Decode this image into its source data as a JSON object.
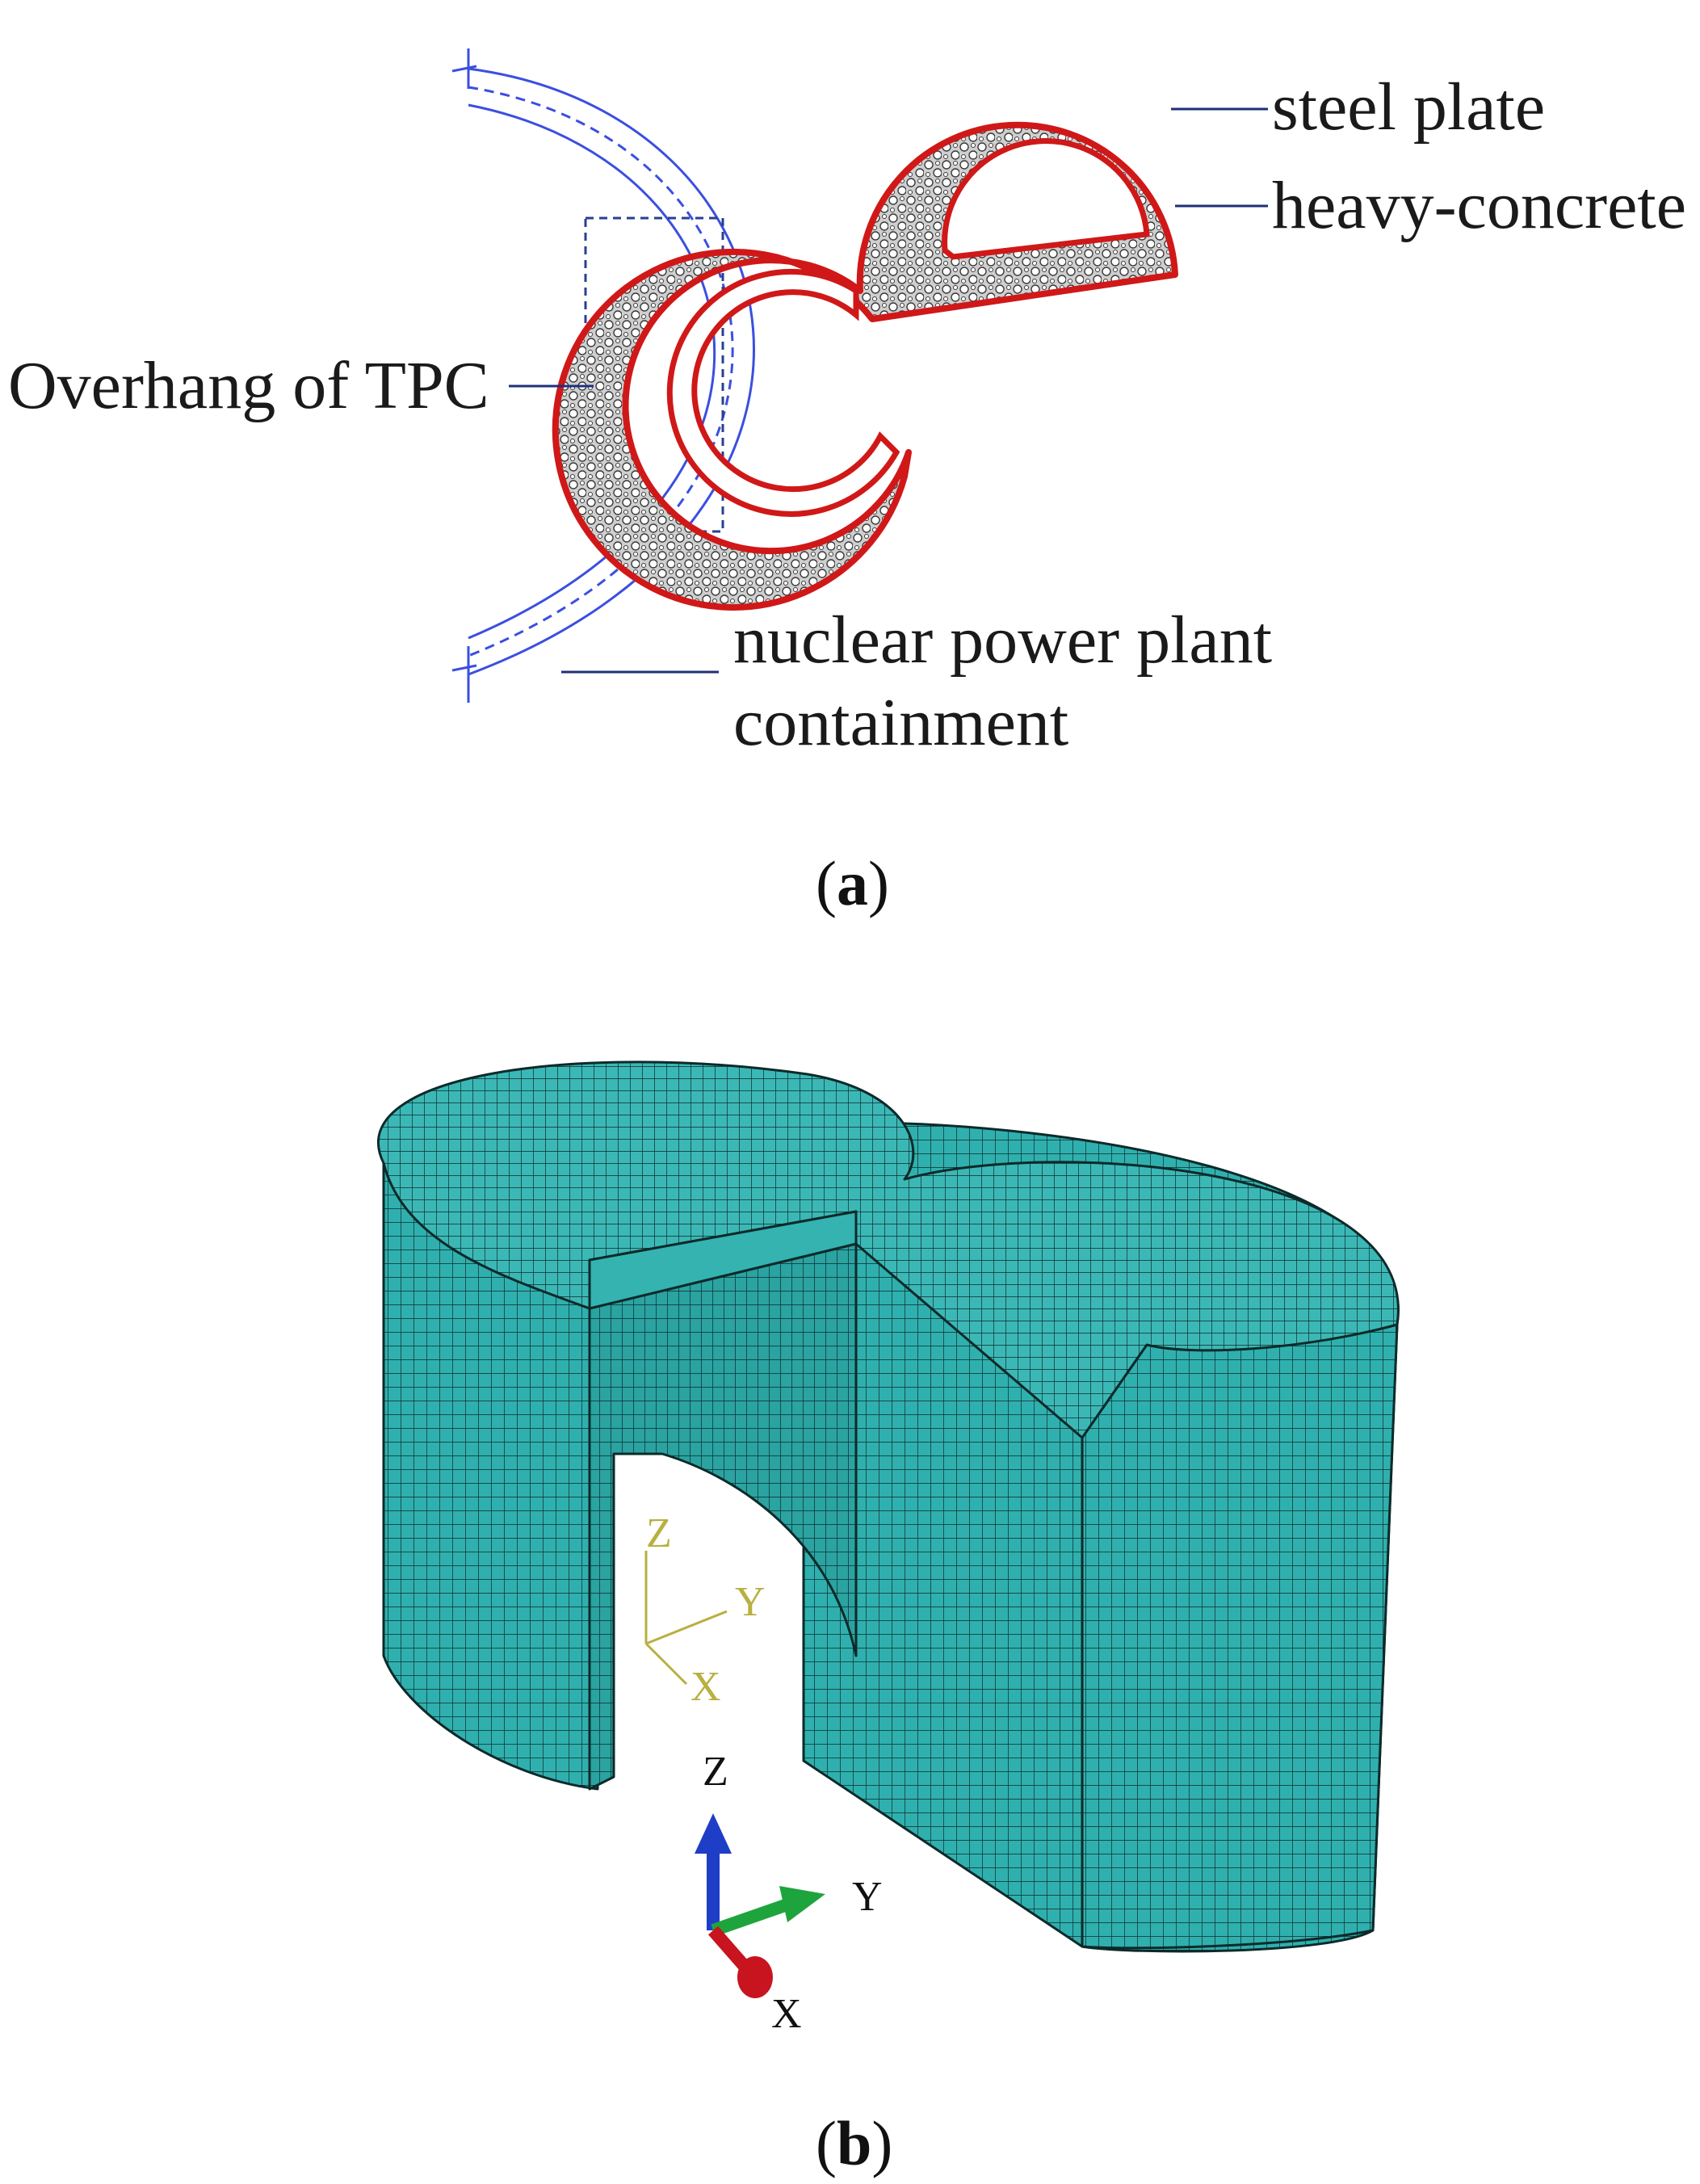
{
  "panel_a": {
    "labels": {
      "steel_plate": "steel plate",
      "heavy_concrete": "heavy-concrete",
      "overhang": "Overhang of TPC",
      "containment_line1": "nuclear power plant",
      "containment_line2": "containment"
    },
    "caption": {
      "open": "(",
      "letter": "a",
      "close": ")"
    }
  },
  "panel_b": {
    "triad_small": {
      "z": "Z",
      "y": "Y",
      "x": "X"
    },
    "triad_main": {
      "z": "Z",
      "y": "Y",
      "x": "X"
    },
    "caption": {
      "open": "(",
      "letter": "b",
      "close": ")"
    }
  },
  "colors": {
    "steel": "#d01818",
    "concrete_fill": "#d9d9d9",
    "containment": "#3b4fe0",
    "leader": "#1f2f7a",
    "mesh": "#36b4b4",
    "mesh_dark": "#23918f",
    "axis_x": "#c8141e",
    "axis_y": "#1ea43c",
    "axis_z": "#1e3ec8",
    "axis_small": "#b8b040"
  }
}
